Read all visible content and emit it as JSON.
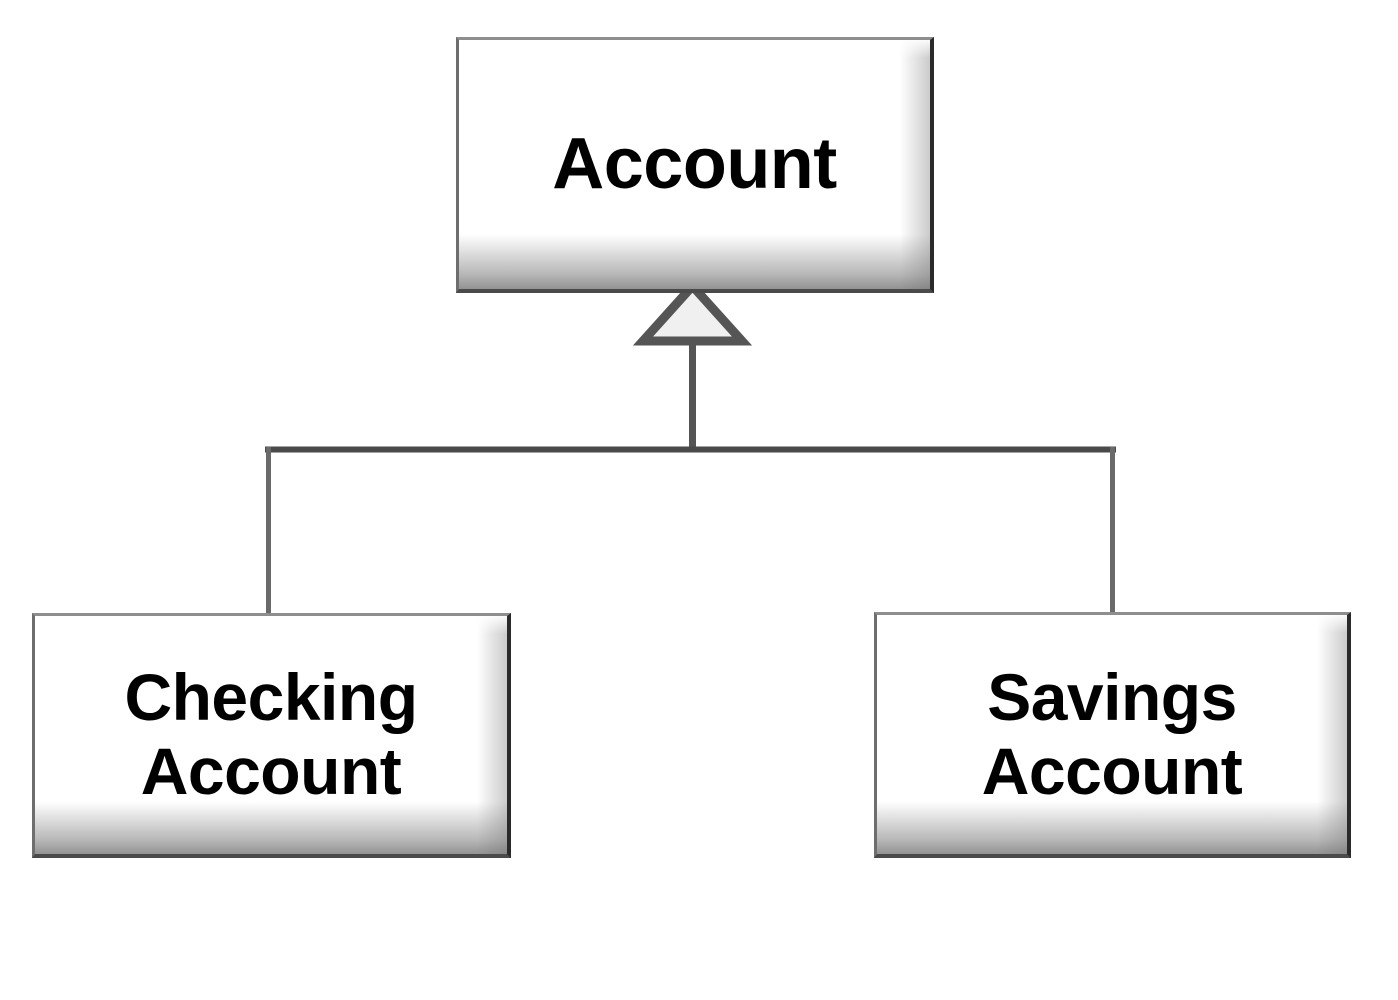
{
  "diagram": {
    "type": "uml-class-inheritance",
    "title": "Account inheritance hierarchy",
    "background_color": "#ffffff",
    "line_color": "#4a4a4a",
    "box_border_color": "#6e6e6e",
    "box_fill_color": "#ffffff",
    "text_color": "#000000",
    "arrowhead": {
      "kind": "generalization-hollow-triangle",
      "fill_color": "#f0f0f0",
      "stroke_color": "#555555"
    }
  },
  "nodes": {
    "superclass": {
      "id": "account",
      "label": "Account",
      "role": "superclass"
    },
    "subclasses": [
      {
        "id": "checking-account",
        "label": "Checking\nAccount",
        "role": "subclass"
      },
      {
        "id": "savings-account",
        "label": "Savings\nAccount",
        "role": "subclass"
      }
    ]
  },
  "relationships": [
    {
      "from": "checking-account",
      "to": "account",
      "kind": "generalization"
    },
    {
      "from": "savings-account",
      "to": "account",
      "kind": "generalization"
    }
  ]
}
